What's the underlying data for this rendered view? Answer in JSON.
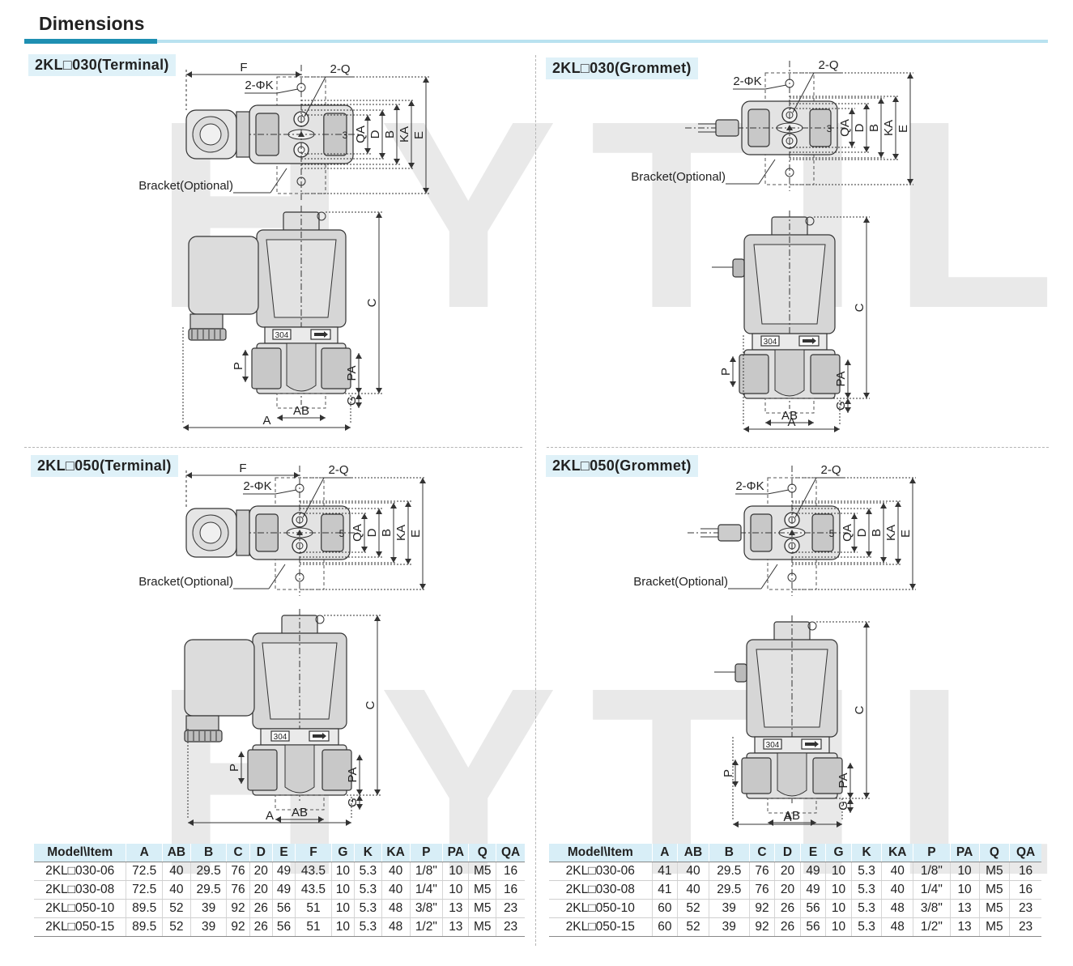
{
  "header": {
    "title": "Dimensions"
  },
  "watermark": "HYTIL",
  "panels": [
    {
      "title": "2KL□030(Terminal)",
      "type": "terminal",
      "top_labels": {
        "f": "F",
        "q": "2-Q",
        "k": "2-ΦK",
        "port": "3"
      },
      "right_dims": [
        "QA",
        "D",
        "B",
        "KA",
        "E"
      ],
      "bracket": "Bracket(Optional)",
      "front": {
        "c": "C",
        "p": "P",
        "pa": "PA",
        "g": "G",
        "ab": "AB",
        "a": "A",
        "nameplate": "304"
      }
    },
    {
      "title": "2KL□030(Grommet)",
      "type": "grommet",
      "top_labels": {
        "f": "",
        "q": "2-Q",
        "k": "2-ΦK",
        "port": "3"
      },
      "right_dims": [
        "QA",
        "D",
        "B",
        "KA",
        "E"
      ],
      "bracket": "Bracket(Optional)",
      "front": {
        "c": "C",
        "p": "P",
        "pa": "PA",
        "g": "G",
        "ab": "AB",
        "a": "A",
        "nameplate": "304"
      }
    },
    {
      "title": "2KL□050(Terminal)",
      "type": "terminal",
      "top_labels": {
        "f": "F",
        "q": "2-Q",
        "k": "2-ΦK",
        "port": "5"
      },
      "right_dims": [
        "QA",
        "D",
        "B",
        "KA",
        "E"
      ],
      "bracket": "Bracket(Optional)",
      "front": {
        "c": "C",
        "p": "P",
        "pa": "PA",
        "g": "G",
        "ab": "AB",
        "a": "A",
        "nameplate": "304"
      }
    },
    {
      "title": "2KL□050(Grommet)",
      "type": "grommet",
      "top_labels": {
        "f": "",
        "q": "2-Q",
        "k": "2-ΦK",
        "port": "5"
      },
      "right_dims": [
        "QA",
        "D",
        "B",
        "KA",
        "E"
      ],
      "bracket": "Bracket(Optional)",
      "front": {
        "c": "C",
        "p": "P",
        "pa": "PA",
        "g": "G",
        "ab": "AB",
        "a": "A",
        "nameplate": "304"
      }
    }
  ],
  "tables": {
    "terminal": {
      "columns": [
        "Model\\Item",
        "A",
        "AB",
        "B",
        "C",
        "D",
        "E",
        "F",
        "G",
        "K",
        "KA",
        "P",
        "PA",
        "Q",
        "QA"
      ],
      "rows": [
        [
          "2KL□030-06",
          "72.5",
          "40",
          "29.5",
          "76",
          "20",
          "49",
          "43.5",
          "10",
          "5.3",
          "40",
          "1/8\"",
          "10",
          "M5",
          "16"
        ],
        [
          "2KL□030-08",
          "72.5",
          "40",
          "29.5",
          "76",
          "20",
          "49",
          "43.5",
          "10",
          "5.3",
          "40",
          "1/4\"",
          "10",
          "M5",
          "16"
        ],
        [
          "2KL□050-10",
          "89.5",
          "52",
          "39",
          "92",
          "26",
          "56",
          "51",
          "10",
          "5.3",
          "48",
          "3/8\"",
          "13",
          "M5",
          "23"
        ],
        [
          "2KL□050-15",
          "89.5",
          "52",
          "39",
          "92",
          "26",
          "56",
          "51",
          "10",
          "5.3",
          "48",
          "1/2\"",
          "13",
          "M5",
          "23"
        ]
      ]
    },
    "grommet": {
      "columns": [
        "Model\\Item",
        "A",
        "AB",
        "B",
        "C",
        "D",
        "E",
        "G",
        "K",
        "KA",
        "P",
        "PA",
        "Q",
        "QA"
      ],
      "rows": [
        [
          "2KL□030-06",
          "41",
          "40",
          "29.5",
          "76",
          "20",
          "49",
          "10",
          "5.3",
          "40",
          "1/8\"",
          "10",
          "M5",
          "16"
        ],
        [
          "2KL□030-08",
          "41",
          "40",
          "29.5",
          "76",
          "20",
          "49",
          "10",
          "5.3",
          "40",
          "1/4\"",
          "10",
          "M5",
          "16"
        ],
        [
          "2KL□050-10",
          "60",
          "52",
          "39",
          "92",
          "26",
          "56",
          "10",
          "5.3",
          "48",
          "3/8\"",
          "13",
          "M5",
          "23"
        ],
        [
          "2KL□050-15",
          "60",
          "52",
          "39",
          "92",
          "26",
          "56",
          "10",
          "5.3",
          "48",
          "1/2\"",
          "13",
          "M5",
          "23"
        ]
      ]
    }
  }
}
